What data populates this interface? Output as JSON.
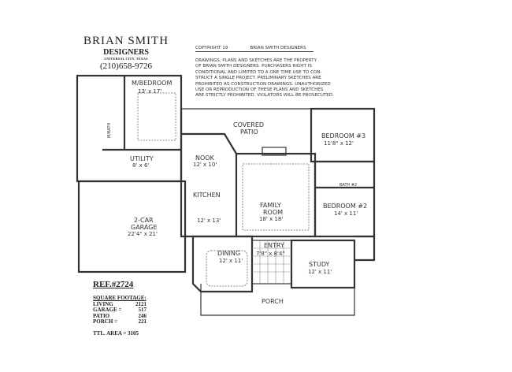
{
  "brand": {
    "name": "BRIAN SMITH",
    "subtitle": "DESIGNERS",
    "location": "UNIVERSAL CITY, TEXAS",
    "phone": "(210)658-9726"
  },
  "legal": {
    "copyright": "COPYRIGHT 19",
    "company": "BRIAN SMITH DESIGNERS",
    "lines": [
      "DRAWINGS, PLANS AND SKETCHES ARE THE PROPERTY",
      "OF BRIAN SMITH DESIGNERS.  PURCHASERS RIGHT IS",
      "CONDITIONAL AND LIMITED TO A ONE TIME USE TO CON-",
      "STRUCT A SINGLE PROJECT.  PRELIMINARY SKETCHES ARE",
      "PROHIBITED AS CONSTRUCTION DRAWINGS.  UNAUTHORIZED",
      "USE OR REPRODUCTION OF THESE PLANS AND SKETCHES",
      "ARE STRICTLY PROHIBITED.  VIOLATORS WILL BE PROSECUTED."
    ]
  },
  "rooms": {
    "master_bedroom": {
      "name": "M/BEDROOM",
      "size": "13' x 17'"
    },
    "master_bath": {
      "name": "M/BATH"
    },
    "utility": {
      "name": "UTILITY",
      "size": "8' x 6'"
    },
    "garage": {
      "name": "2-CAR",
      "name2": "GARAGE",
      "size": "22'4\" x 21'"
    },
    "nook": {
      "name": "NOOK",
      "size": "12' x 10'"
    },
    "kitchen": {
      "name": "KITCHEN",
      "size": "12' x 13'"
    },
    "covered_patio": {
      "name": "COVERED",
      "name2": "PATIO"
    },
    "family_room": {
      "name": "FAMILY",
      "name2": "ROOM",
      "size": "18' x 18'"
    },
    "bedroom3": {
      "name": "BEDROOM #3",
      "size": "11'8\" x 12'"
    },
    "bath2": {
      "name": "BATH #2"
    },
    "bedroom2": {
      "name": "BEDROOM #2",
      "size": "14' x 11'"
    },
    "dining": {
      "name": "DINING",
      "size": "12' x 11'"
    },
    "entry": {
      "name": "ENTRY",
      "size": "7'8\" x 8'4\""
    },
    "study": {
      "name": "STUDY",
      "size": "12' x 11'"
    },
    "porch": {
      "name": "PORCH"
    }
  },
  "ref": "REF.#2724",
  "square_footage": {
    "title": "SQUARE FOOTAGE:",
    "rows": [
      {
        "label": "LIVING",
        "value": "2121"
      },
      {
        "label": "GARAGE =",
        "value": "517"
      },
      {
        "label": "PATIO",
        "value": "246"
      },
      {
        "label": "PORCH =",
        "value": "221"
      }
    ],
    "total": "TTL. AREA = 3105"
  }
}
